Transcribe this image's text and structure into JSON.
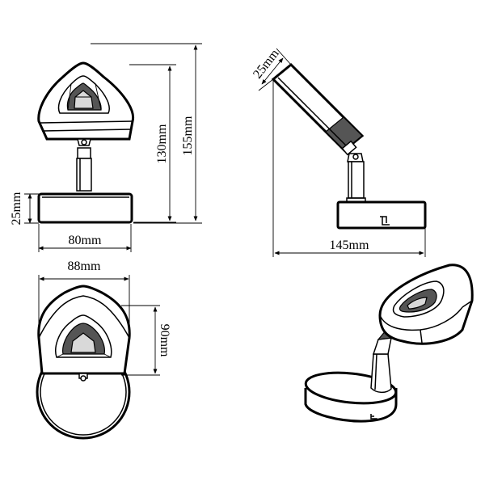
{
  "dimensions": {
    "front_base_height": "25mm",
    "front_base_width": "80mm",
    "front_height_130": "130mm",
    "front_height_155": "155mm",
    "side_head_width": "25mm",
    "side_total_width": "145mm",
    "top_width": "88mm",
    "top_depth": "90mm"
  }
}
